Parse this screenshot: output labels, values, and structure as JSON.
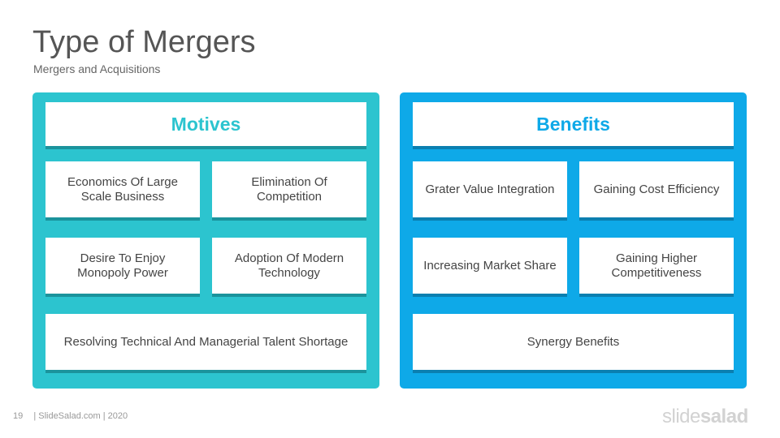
{
  "title": "Type of Mergers",
  "subtitle": "Mergers and Acquisitions",
  "motives": {
    "header": "Motives",
    "items": [
      "Economics Of Large Scale Business",
      "Elimination Of Competition",
      "Desire To Enjoy Monopoly Power",
      "Adoption Of Modern Technology",
      "Resolving Technical And Managerial Talent Shortage"
    ]
  },
  "benefits": {
    "header": "Benefits",
    "items": [
      "Grater Value Integration",
      "Gaining Cost Efficiency",
      "Increasing Market Share",
      "Gaining Higher Competitiveness",
      "Synergy Benefits"
    ]
  },
  "footer": {
    "page_number": "19",
    "text": "| SlideSalad.com | 2020"
  },
  "logo": {
    "part1": "slide",
    "part2": "salad"
  },
  "colors": {
    "motives_accent": "#2cc4cf",
    "benefits_accent": "#0ea9e8",
    "title_text": "#555555"
  }
}
